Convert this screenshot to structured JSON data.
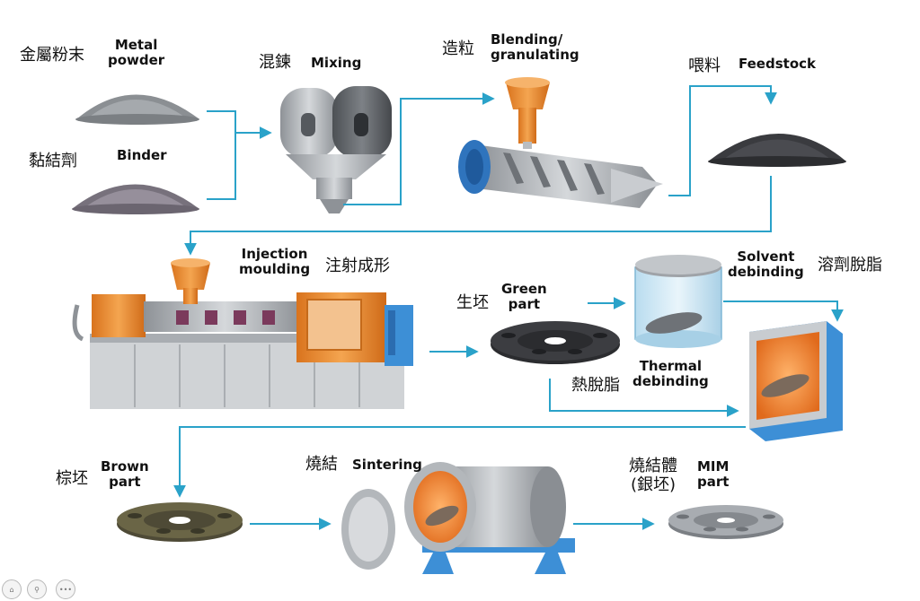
{
  "labels": {
    "metal_powder_zh": "金屬粉末",
    "metal_powder_en": "Metal\npowder",
    "binder_zh": "黏結劑",
    "binder_en": "Binder",
    "mixing_zh": "混鍊",
    "mixing_en": "Mixing",
    "blending_zh": "造粒",
    "blending_en": "Blending/\ngranulating",
    "feedstock_zh": "喂料",
    "feedstock_en": "Feedstock",
    "injection_en": "Injection\nmoulding",
    "injection_zh": "注射成形",
    "green_zh": "生坯",
    "green_en": "Green\npart",
    "solvent_en": "Solvent\ndebinding",
    "solvent_zh": "溶劑脫脂",
    "thermal_zh": "熱脫脂",
    "thermal_en": "Thermal\ndebinding",
    "brown_zh": "棕坯",
    "brown_en": "Brown\npart",
    "sintering_zh": "燒結",
    "sintering_en": "Sintering",
    "mim_zh": "燒結體\n(銀坯)",
    "mim_en": "MIM\npart"
  },
  "colors": {
    "flow_arrow": "#2aa2c9",
    "orange": "#e8862f",
    "steel": "#a9adb2",
    "dark_powder": "#2f2f33",
    "blue_frame": "#3d8fd6"
  },
  "viewer_controls": [
    "home-icon",
    "zoom-icon",
    "more-icon"
  ]
}
